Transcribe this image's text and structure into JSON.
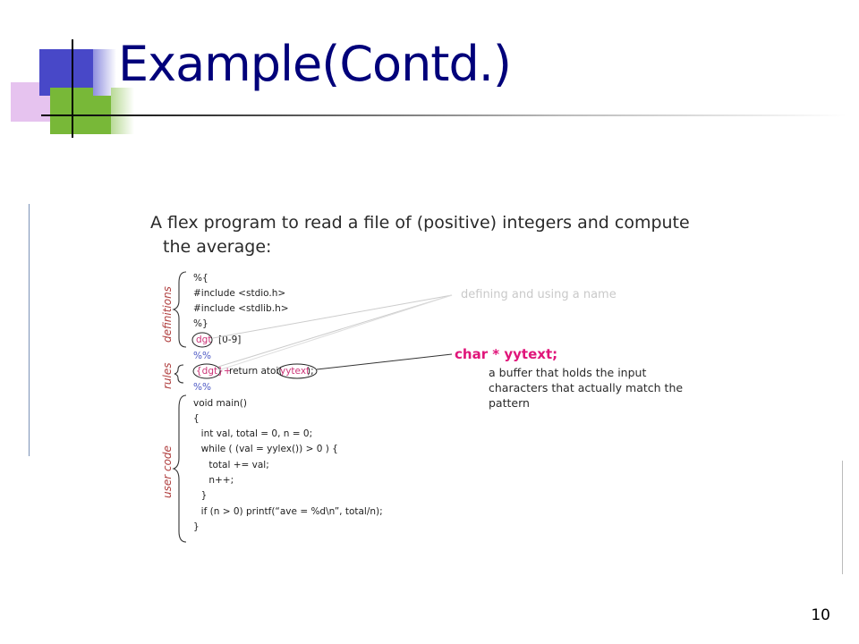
{
  "slide": {
    "title": "Example(Contd.)",
    "page_number": "10"
  },
  "figure": {
    "heading_line1": "A flex program to read a file of (positive) integers and compute",
    "heading_line2": "the average:",
    "section_labels": {
      "definitions": "definitions",
      "rules": "rules",
      "user_code": "user code"
    },
    "code_lines": [
      "%{",
      "#include <stdio.h>",
      "#include <stdlib.h>",
      "%}",
      "dgt",
      "[0-9]",
      "%%",
      "{dgt}+",
      "return atoi(",
      "yytext",
      ");",
      "%%",
      "void main()",
      "{",
      "  int val, total = 0, n = 0;",
      "  while ( (val = yylex()) > 0 ) {",
      "    total += val;",
      "    n++;",
      "  }",
      "  if (n > 0) printf(“ave = %d\\n”, total/n);",
      "}"
    ],
    "callouts": {
      "name_note": "defining and using a name",
      "yytext_decl": "char * yytext;",
      "yytext_desc_line1": "a buffer that holds the input",
      "yytext_desc_line2": "characters that actually match the",
      "yytext_desc_line3": "pattern"
    },
    "colors": {
      "title": "#00007a",
      "name_highlight": "#cc3377",
      "section_delimiter": "#4c58c4",
      "section_label": "#b04040",
      "yytext_callout": "#e0157a"
    }
  }
}
